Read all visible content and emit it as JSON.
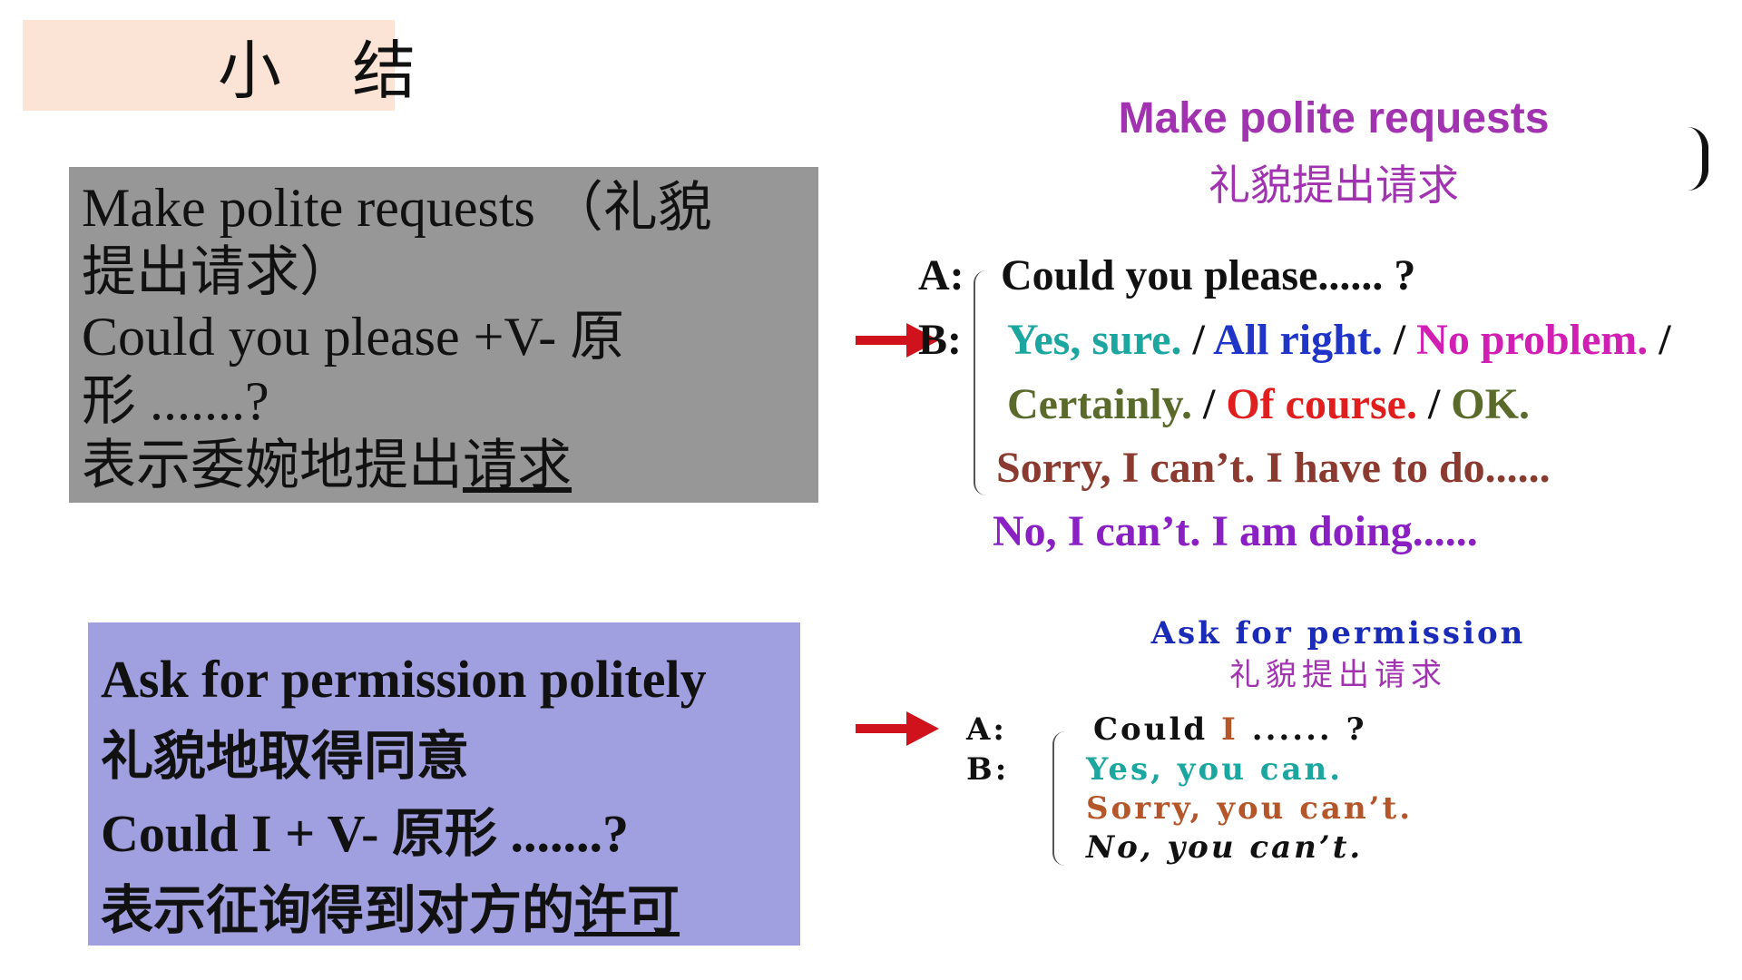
{
  "title": "小 结",
  "left_requests": {
    "lines": [
      "Make polite requests （礼貌",
      "提出请求）",
      "Could you please +V- 原",
      "形 .......?"
    ],
    "line5_plain": "表示委婉地提出",
    "line5_underlined": "请求"
  },
  "left_permission": {
    "lines": [
      "Ask for permission politely",
      "礼貌地取得同意",
      "Could I + V- 原形 .......?"
    ],
    "line4_plain": "表示征询得到对方的",
    "line4_underlined": "许可"
  },
  "requests_panel": {
    "title": "Make polite requests",
    "subtitle": "礼貌提出请求",
    "a_label": "A:",
    "a_text": "Could you please...... ?",
    "b_label": "B:",
    "slash": "/",
    "replies_row1": [
      {
        "text": "Yes, sure.",
        "color": "#1ba6a0"
      },
      {
        "text": "All right.",
        "color": "#1f35c7"
      },
      {
        "text": "No problem.",
        "color": "#d11fb3"
      }
    ],
    "replies_row2": [
      {
        "text": "Certainly.",
        "color": "#5a6a2a"
      },
      {
        "text": "Of course.",
        "color": "#e01e1e"
      },
      {
        "text": "OK.",
        "color": "#5a6a2a"
      }
    ],
    "sorry": "Sorry, I can’t. I have to do......",
    "no": "No, I can’t. I am doing......"
  },
  "permission_panel": {
    "title": "Ask for permission",
    "subtitle": "礼貌提出请求",
    "a_label": "A:",
    "a_pre": "Could ",
    "a_i": "I",
    "a_post": " ...... ?",
    "b_label": "B:",
    "yes": "Yes, you can.",
    "sorry": "Sorry, you can’t.",
    "no": "No, you can’t."
  },
  "colors": {
    "title_bg": "#fbe3d6",
    "requests_box_bg": "#979797",
    "permission_box_bg": "#a09fdf",
    "purple": "#a233b0",
    "blue": "#1a2bb8",
    "teal": "#1ba6a0",
    "brown_orange": "#b5562a",
    "red_arrow": "#d0121c",
    "sorry_color": "#8a3a2e",
    "no_color": "#8a1fc4"
  },
  "icons": [
    "right-arrow-icon"
  ]
}
